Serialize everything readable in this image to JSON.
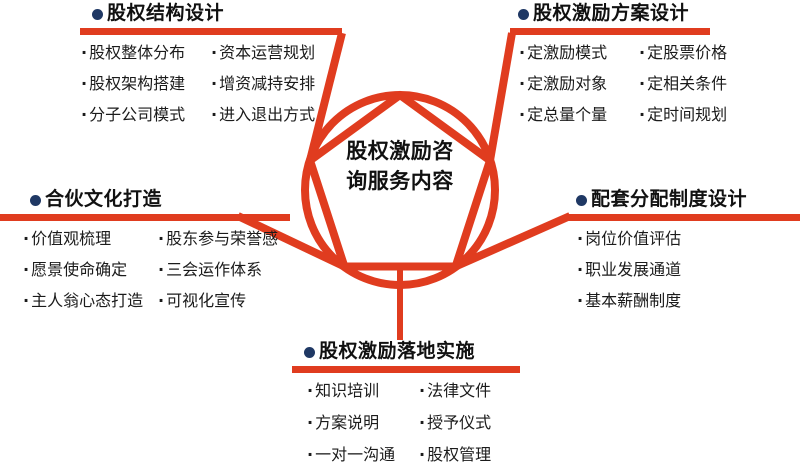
{
  "diagram": {
    "center": {
      "lines": [
        "股权激励咨",
        "询服务内容"
      ]
    },
    "colors": {
      "accent_red": "#e03c1f",
      "heading_dot_navy": "#1f3864",
      "text_black": "#111111",
      "background": "#ffffff"
    },
    "branches": [
      {
        "id": "top-left",
        "heading": "股权结构设计",
        "columns": [
          [
            "股权整体分布",
            "股权架构搭建",
            "分子公司模式"
          ],
          [
            "资本运营规划",
            "增资减持安排",
            "进入退出方式"
          ]
        ]
      },
      {
        "id": "top-right",
        "heading": "股权激励方案设计",
        "columns": [
          [
            "定激励模式",
            "定激励对象",
            "定总量个量"
          ],
          [
            "定股票价格",
            "定相关条件",
            "定时间规划"
          ]
        ]
      },
      {
        "id": "left",
        "heading": "合伙文化打造",
        "columns": [
          [
            "价值观梳理",
            "愿景使命确定",
            "主人翁心态打造"
          ],
          [
            "股东参与荣誉感",
            "三会运作体系",
            "可视化宣传"
          ]
        ]
      },
      {
        "id": "right",
        "heading": "配套分配制度设计",
        "columns": [
          [
            "岗位价值评估",
            "职业发展通道",
            "基本薪酬制度"
          ]
        ]
      },
      {
        "id": "bottom",
        "heading": "股权激励落地实施",
        "columns": [
          [
            "知识培训",
            "方案说明",
            "一对一沟通"
          ],
          [
            "法律文件",
            "授予仪式",
            "股权管理"
          ]
        ]
      }
    ]
  }
}
